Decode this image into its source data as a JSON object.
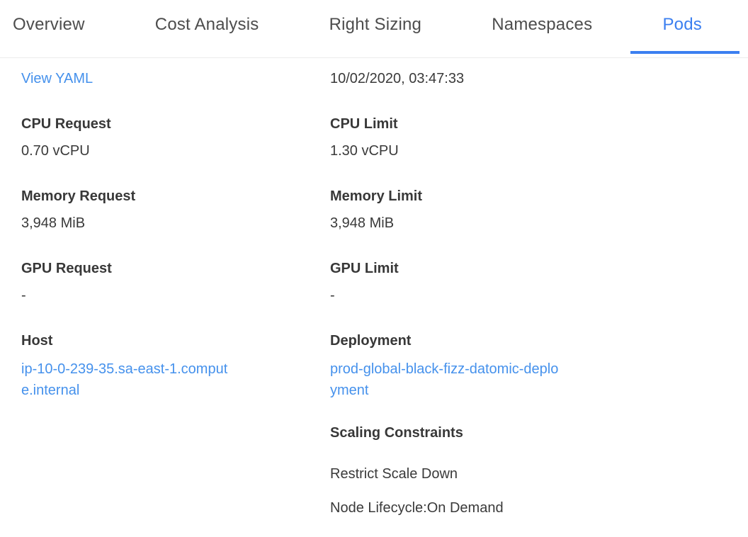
{
  "colors": {
    "accent_blue": "#3b7ff0",
    "link_blue": "#4591ec",
    "tab_text": "#4d4d4d",
    "body_text": "#3a3a3a",
    "divider": "#ececec"
  },
  "tabs": {
    "items": [
      {
        "label": "Overview",
        "active": false
      },
      {
        "label": "Cost Analysis",
        "active": false
      },
      {
        "label": "Right Sizing",
        "active": false
      },
      {
        "label": "Namespaces",
        "active": false
      },
      {
        "label": "Pods",
        "active": true
      }
    ]
  },
  "details": {
    "view_yaml_label": "View YAML",
    "timestamp": "10/02/2020, 03:47:33",
    "left_fields": [
      {
        "label": "CPU Request",
        "value": "0.70 vCPU"
      },
      {
        "label": "Memory Request",
        "value": "3,948 MiB"
      },
      {
        "label": "GPU Request",
        "value": "-"
      },
      {
        "label": "Host",
        "value": "ip-10-0-239-35.sa-east-1.compute.internal"
      }
    ],
    "right_fields": [
      {
        "label": "CPU Limit",
        "value": "1.30 vCPU"
      },
      {
        "label": "Memory Limit",
        "value": "3,948 MiB"
      },
      {
        "label": "GPU Limit",
        "value": "-"
      },
      {
        "label": "Deployment",
        "value": "prod-global-black-fizz-datomic-deployment"
      }
    ],
    "scaling": {
      "title": "Scaling Constraints",
      "items": [
        "Restrict Scale Down",
        "Node Lifecycle:On Demand"
      ]
    }
  }
}
